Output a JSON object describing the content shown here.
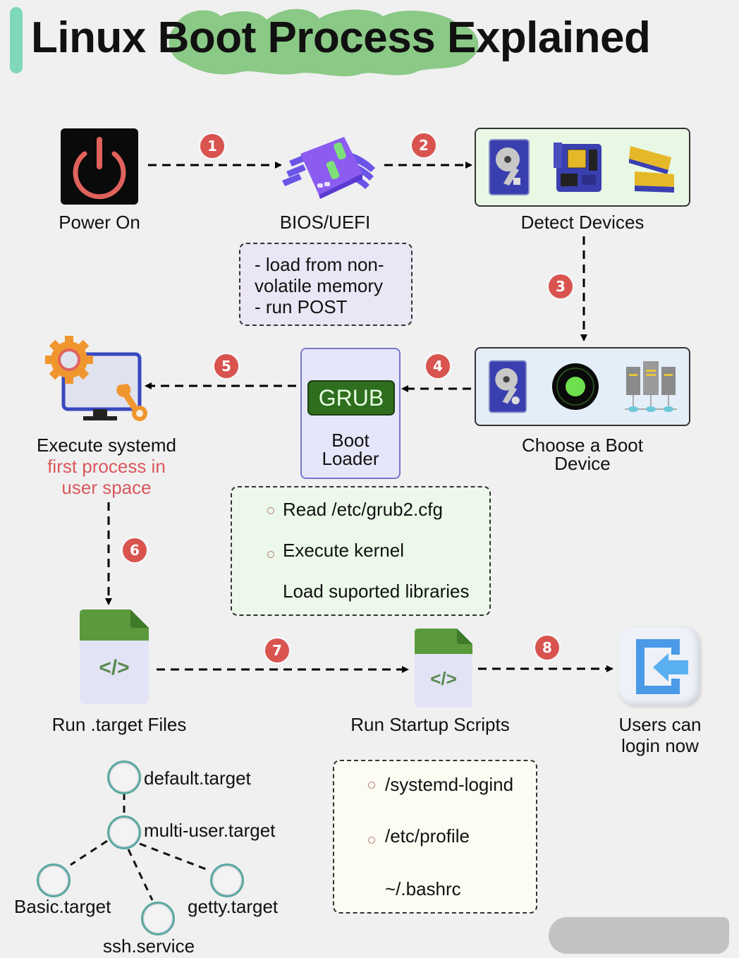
{
  "title": {
    "part1": "Linux",
    "highlight": "Boot Process",
    "part2": "Explained"
  },
  "colors": {
    "accent_bar": "#7fd8b8",
    "highlight": "#7fc47a",
    "badge": "#d9534f",
    "subtext": "#d9585c",
    "grub": "#2e6e1e"
  },
  "steps": {
    "power_on": {
      "label": "Power On",
      "icon": "power-icon"
    },
    "bios": {
      "label": "BIOS/UEFI",
      "icon": "chip-icon",
      "notes": [
        "- load from non-",
        "volatile memory",
        "- run POST"
      ]
    },
    "detect": {
      "label": "Detect Devices",
      "icons": [
        "hard-drive-icon",
        "motherboard-icon",
        "ram-icon"
      ]
    },
    "choose": {
      "label_line1": "Choose a Boot",
      "label_line2": "Device",
      "icons": [
        "hard-drive-icon",
        "disc-icon",
        "network-servers-icon"
      ]
    },
    "grub": {
      "badge": "GRUB",
      "label_line1": "Boot",
      "label_line2": "Loader",
      "notes": [
        "Read /etc/grub2.cfg",
        "Execute kernel",
        "Load suported libraries"
      ]
    },
    "systemd": {
      "label": "Execute systemd",
      "sub_line1": "first process in",
      "sub_line2": "user space",
      "icon": "monitor-settings-icon"
    },
    "target": {
      "label": "Run .target Files",
      "icon_text": "</>"
    },
    "startup": {
      "label": "Run Startup Scripts",
      "icon_text": "</>",
      "notes": [
        "/systemd-logind",
        "/etc/profile",
        "~/.bashrc"
      ]
    },
    "login": {
      "label_line1": "Users can",
      "label_line2": "login now",
      "icon": "login-icon"
    }
  },
  "badges": [
    "1",
    "2",
    "3",
    "4",
    "5",
    "6",
    "7",
    "8"
  ],
  "tree": {
    "root": "default.target",
    "middle": "multi-user.target",
    "children": [
      "Basic.target",
      "ssh.service",
      "getty.target"
    ]
  }
}
